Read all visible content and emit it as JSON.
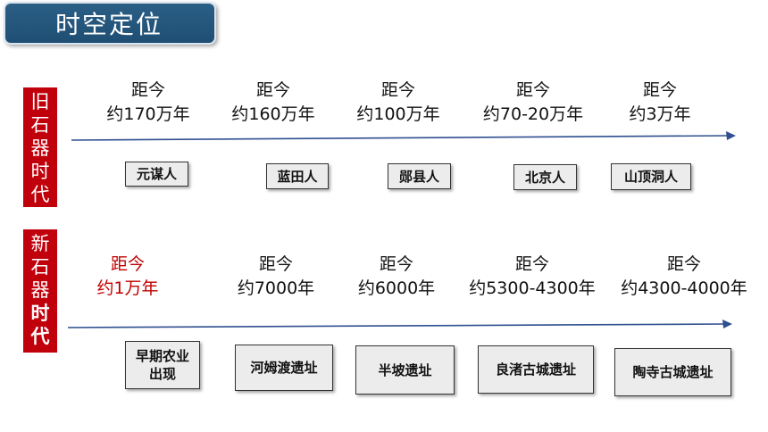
{
  "title": "时空定位",
  "paleolithic": {
    "label_chars": [
      "旧",
      "石",
      "器",
      "时",
      "代"
    ],
    "times": [
      {
        "line1": "距今",
        "line2": "约170万年"
      },
      {
        "line1": "距今",
        "line2": "约160万年"
      },
      {
        "line1": "距今",
        "line2": "约100万年"
      },
      {
        "line1": "距今",
        "line2": "约70-20万年"
      },
      {
        "line1": "距今",
        "line2": "约3万年"
      }
    ],
    "sites": [
      "元谋人",
      "蓝田人",
      "郧县人",
      "北京人",
      "山顶洞人"
    ]
  },
  "neolithic": {
    "label_chars": [
      "新",
      "石",
      "器",
      "时",
      "代"
    ],
    "times": [
      {
        "line1": "距今",
        "line2": "约1万年"
      },
      {
        "line1": "距今",
        "line2": "约7000年"
      },
      {
        "line1": "距今",
        "line2": "约6000年"
      },
      {
        "line1": "距今",
        "line2": "约5300-4300年"
      },
      {
        "line1": "距今",
        "line2": "约4300-4000年"
      }
    ],
    "sites": [
      "早期农业出现",
      "河姆渡遗址",
      "半坡遗址",
      "良渚古城遗址",
      "陶寺古城遗址"
    ]
  },
  "colors": {
    "accent_red": "#c0000b",
    "title_blue": "#1f4e73",
    "arrow_blue": "#2f4f8f",
    "highlight_time": "#c00000"
  }
}
